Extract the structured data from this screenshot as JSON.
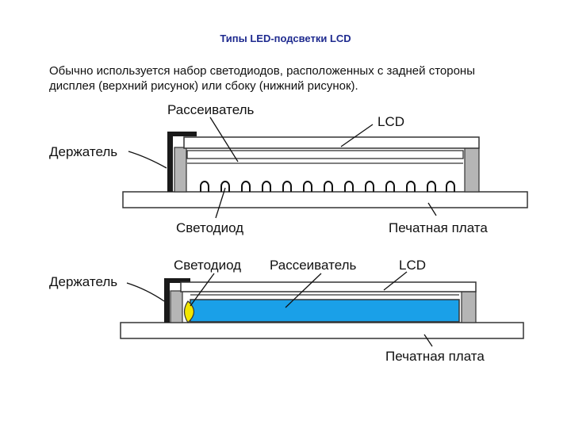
{
  "header": {
    "title": "Типы LED-подсветки LCD",
    "description_line1": "Обычно используется набор светодиодов, расположенных с задней стороны",
    "description_line2": "дисплея (верхний рисунок) или сбоку (нижний рисунок)."
  },
  "diagram_top": {
    "label_diffuser": "Рассеиватель",
    "label_lcd": "LCD",
    "label_holder": "Держатель",
    "label_led": "Светодиод",
    "label_pcb": "Печатная плата"
  },
  "diagram_bottom": {
    "label_led": "Светодиод",
    "label_diffuser": "Рассеиватель",
    "label_lcd": "LCD",
    "label_holder": "Держатель",
    "label_pcb": "Печатная плата"
  },
  "colors": {
    "title": "#1f2b8f",
    "light_guide": "#1aa0e8",
    "side_led": "#f2e600",
    "frame_gray": "#b5b5b5",
    "holder": "#1a1a1a"
  }
}
